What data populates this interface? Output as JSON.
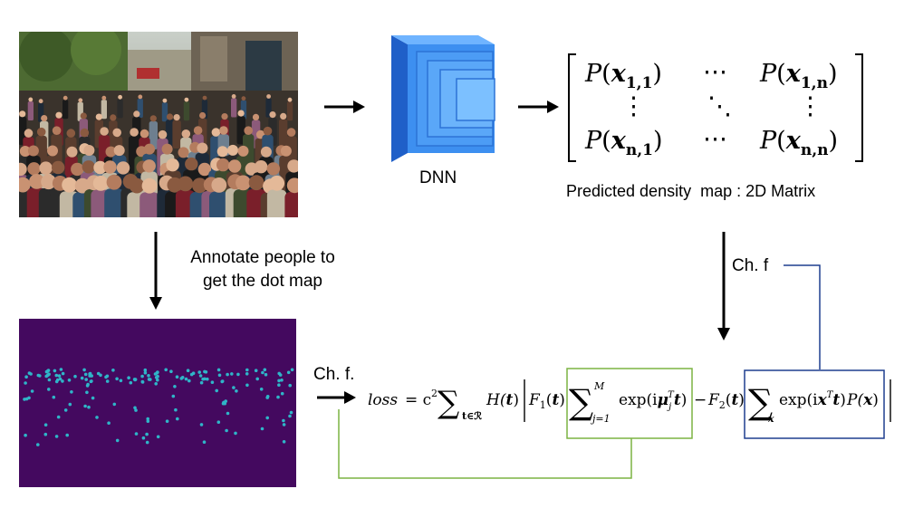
{
  "labels": {
    "dnn": "DNN",
    "predicted": "Predicted density  map : 2D Matrix",
    "annotate_line1": "Annotate people to",
    "annotate_line2": "get the dot map",
    "chf_right": "Ch. f",
    "chf_left": "Ch. f."
  },
  "matrix": {
    "p": "P",
    "x": "x",
    "sub_11": "1,1",
    "sub_1n": "1,n",
    "sub_n1": "n,1",
    "sub_nn": "n,n",
    "hdots": "⋯",
    "vdots": "⋮",
    "ddots": "⋱"
  },
  "equation": {
    "loss": "loss",
    "eq": "= c",
    "c_exp": "2",
    "sigma": "∑",
    "sub_t": "t∈ℛ",
    "h": "H(",
    "t": "t",
    "close": ")",
    "f1": "F",
    "f1_sub": "1",
    "upper_m": "M",
    "sub_j": "j=1",
    "exp_open": "exp(i",
    "mu": "μ",
    "mu_sub": "j",
    "mu_sup": "T",
    "minus": "−",
    "f2": "F",
    "f2_sub": "2",
    "sub_x": "x",
    "x_sup": "T",
    "p_x": "P(",
    "x": "x"
  },
  "colors": {
    "green_box": "#7cb342",
    "blue_box": "#1f3f8f",
    "dnn_blue": "#3d8ff0",
    "dotmap_bg": "#44095f",
    "dot": "#2fb5c8"
  }
}
